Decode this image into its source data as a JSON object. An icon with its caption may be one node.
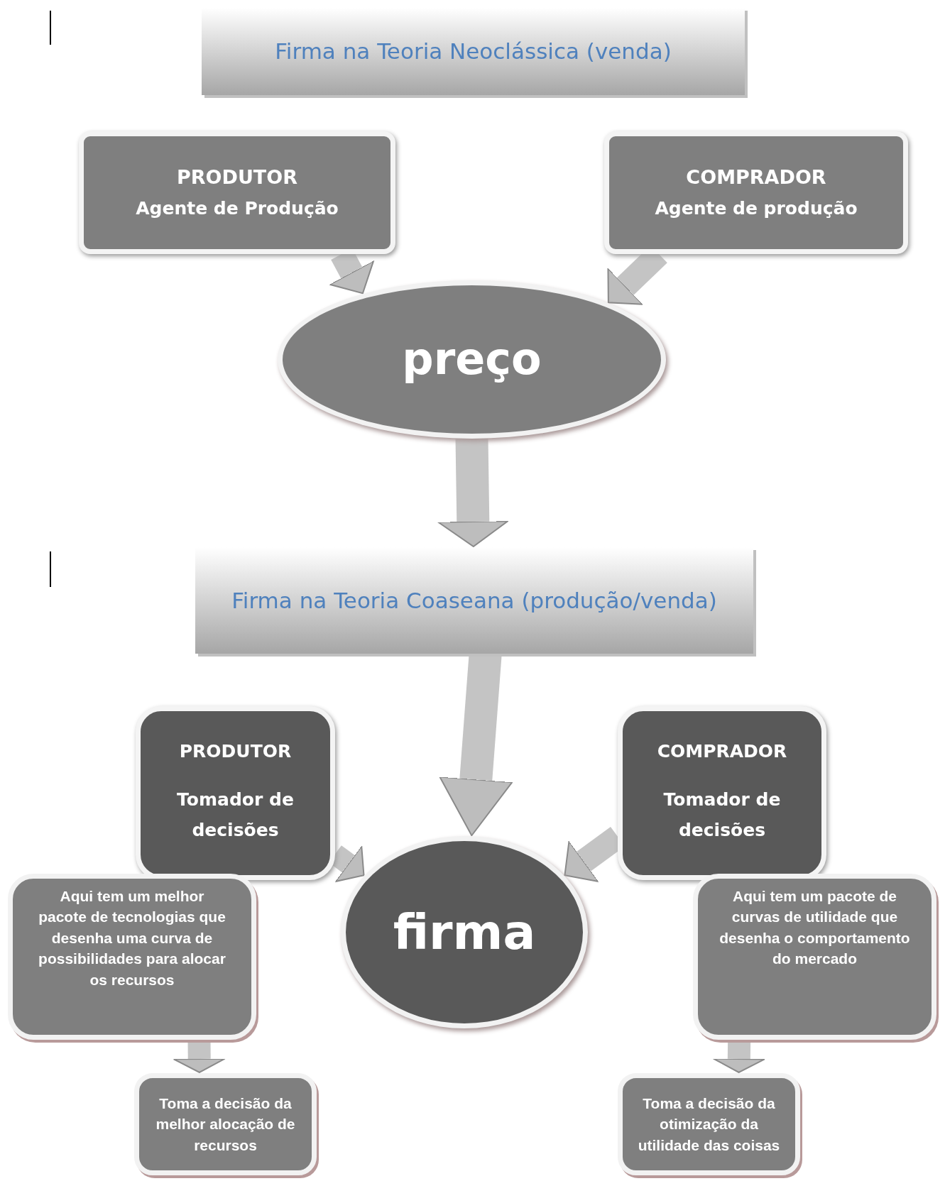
{
  "diagram": {
    "nodes": [
      {
        "text": [
          "Firma na Teoria Neoclássica (venda)"
        ]
      },
      {
        "text": [
          "PRODUTOR",
          "Agente de Produção"
        ]
      },
      {
        "text": [
          "COMPRADOR",
          "Agente de produção"
        ]
      },
      {
        "text": [
          "preço"
        ]
      },
      {
        "text": [
          "Firma na Teoria Coaseana (produção/venda)"
        ]
      },
      {
        "text": [
          "PRODUTOR",
          "Tomador de decisões"
        ]
      },
      {
        "text": [
          "COMPRADOR",
          "Tomador de decisões"
        ]
      },
      {
        "text": [
          "Aqui tem um melhor pacote de tecnologias que desenha uma curva de possibilidades para alocar os recursos"
        ]
      },
      {
        "text": [
          "Aqui tem um pacote de curvas de utilidade que desenha o comportamento do mercado"
        ]
      },
      {
        "text": [
          "firma"
        ]
      },
      {
        "text": [
          "Toma a decisão da melhor alocação de recursos"
        ]
      },
      {
        "text": [
          "Toma a decisão da otimização da utilidade das coisas"
        ]
      }
    ],
    "edges": [
      {
        "from": 1,
        "to": 3,
        "arrow": "to"
      },
      {
        "from": 2,
        "to": 3,
        "arrow": "to"
      },
      {
        "from": 3,
        "to": 4,
        "arrow": "to"
      },
      {
        "from": 4,
        "to": 9,
        "arrow": "to"
      },
      {
        "from": 5,
        "to": 9,
        "arrow": "to"
      },
      {
        "from": 6,
        "to": 9,
        "arrow": "to"
      },
      {
        "from": 7,
        "to": 10,
        "arrow": "to"
      },
      {
        "from": 8,
        "to": 11,
        "arrow": "to"
      }
    ]
  }
}
